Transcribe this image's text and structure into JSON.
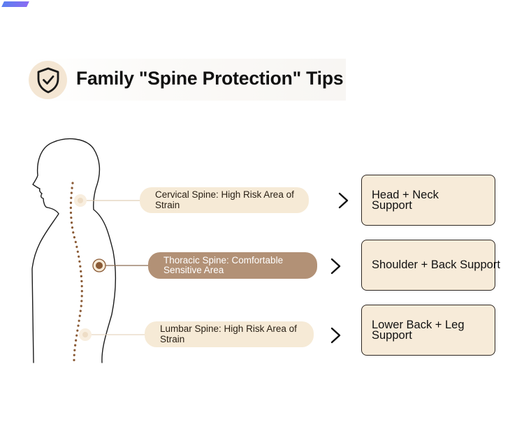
{
  "header": {
    "title": "Family \"Spine Protection\" Tips",
    "icon": "shield-check-icon"
  },
  "spine_regions": [
    {
      "label": "Cervical Spine: High Risk Area of Strain",
      "highlighted": false
    },
    {
      "label": "Thoracic Spine: Comfortable Sensitive Area",
      "highlighted": true
    },
    {
      "label": "Lumbar Spine: High Risk Area of Strain",
      "highlighted": false
    }
  ],
  "supports": [
    {
      "label": "Head + Neck Support"
    },
    {
      "label": "Shoulder + Back Support"
    },
    {
      "label": "Lower Back + Leg Support"
    }
  ],
  "colors": {
    "accent_brown": "#8a5a35",
    "pill_light": "#f6ead6",
    "pill_dark": "#b29176",
    "card_bg": "#f7ebd9",
    "icon_circle": "#f4e6d3"
  }
}
